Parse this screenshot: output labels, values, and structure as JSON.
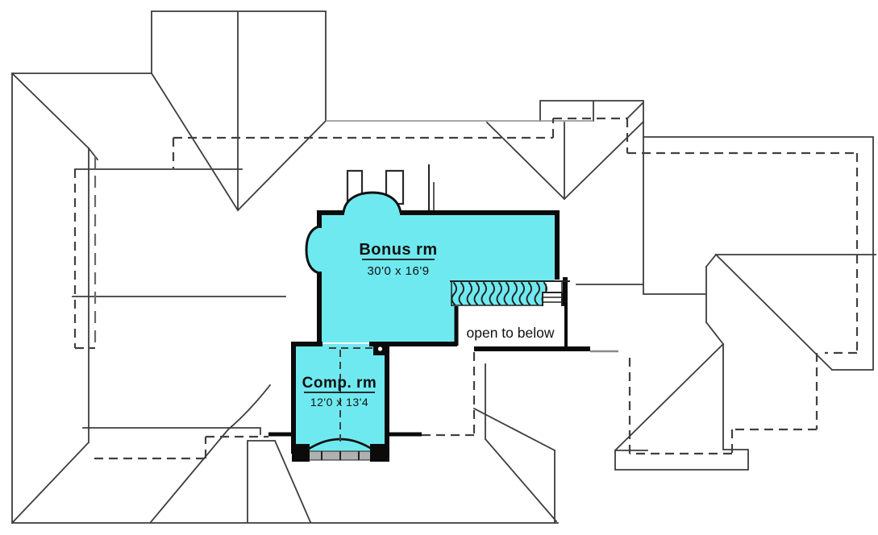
{
  "floor_plan": {
    "rooms": [
      {
        "id": "bonus-room",
        "name": "Bonus rm",
        "dimensions": "30'0 x 16'9"
      },
      {
        "id": "computer-room",
        "name": "Comp. rm",
        "dimensions": "12'0 x 13'4"
      }
    ],
    "annotations": {
      "open_to_below": "open to below"
    },
    "colors": {
      "room_highlight": "#6FE9F0",
      "wall": "#0b0b0b",
      "roof_line": "#3d3d3d",
      "dashed_overhang": "#404040",
      "window_sill": "#b0b0b0",
      "background": "#ffffff"
    }
  }
}
